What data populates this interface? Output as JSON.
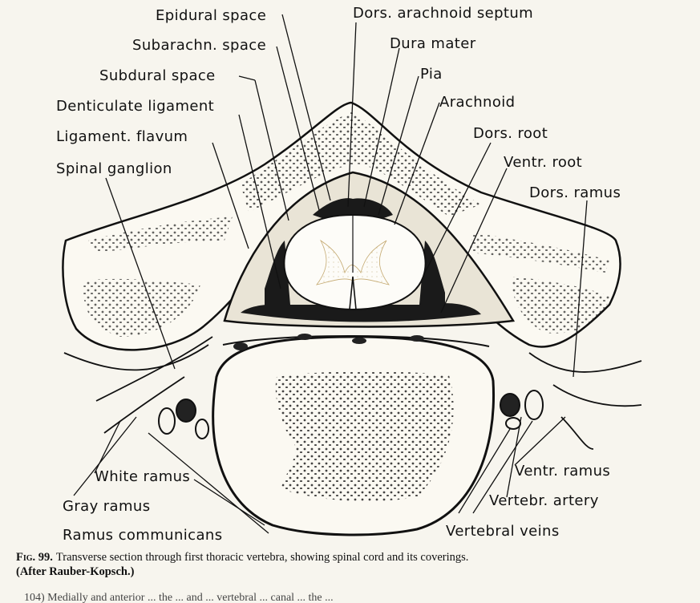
{
  "labels": {
    "epidural_space": "Epidural space",
    "dors_arachnoid_septum": "Dors. arachnoid septum",
    "subarachn_space": "Subarachn. space",
    "dura_mater": "Dura mater",
    "subdural_space": "Subdural space",
    "pia": "Pia",
    "arachnoid": "Arachnoid",
    "denticulate_ligament": "Denticulate ligament",
    "ligament_flavum": "Ligament. flavum",
    "dors_root": "Dors. root",
    "ventr_root": "Ventr. root",
    "spinal_ganglion": "Spinal ganglion",
    "dors_ramus": "Dors. ramus",
    "white_ramus": "White ramus",
    "gray_ramus": "Gray ramus",
    "ramus_communicans": "Ramus communicans",
    "ventr_ramus": "Ventr. ramus",
    "vertebr_artery": "Vertebr. artery",
    "vertebral_veins": "Vertebral veins"
  },
  "caption": {
    "fig_label": "Fig. 99.",
    "text": "Transverse section through first thoracic vertebra, showing spinal cord and its coverings.",
    "credit": "(After Rauber-Kopsch.)"
  },
  "footer_text": "104)    Medially and anterior ... the ... and ... vertebral ... canal ... the ..."
}
